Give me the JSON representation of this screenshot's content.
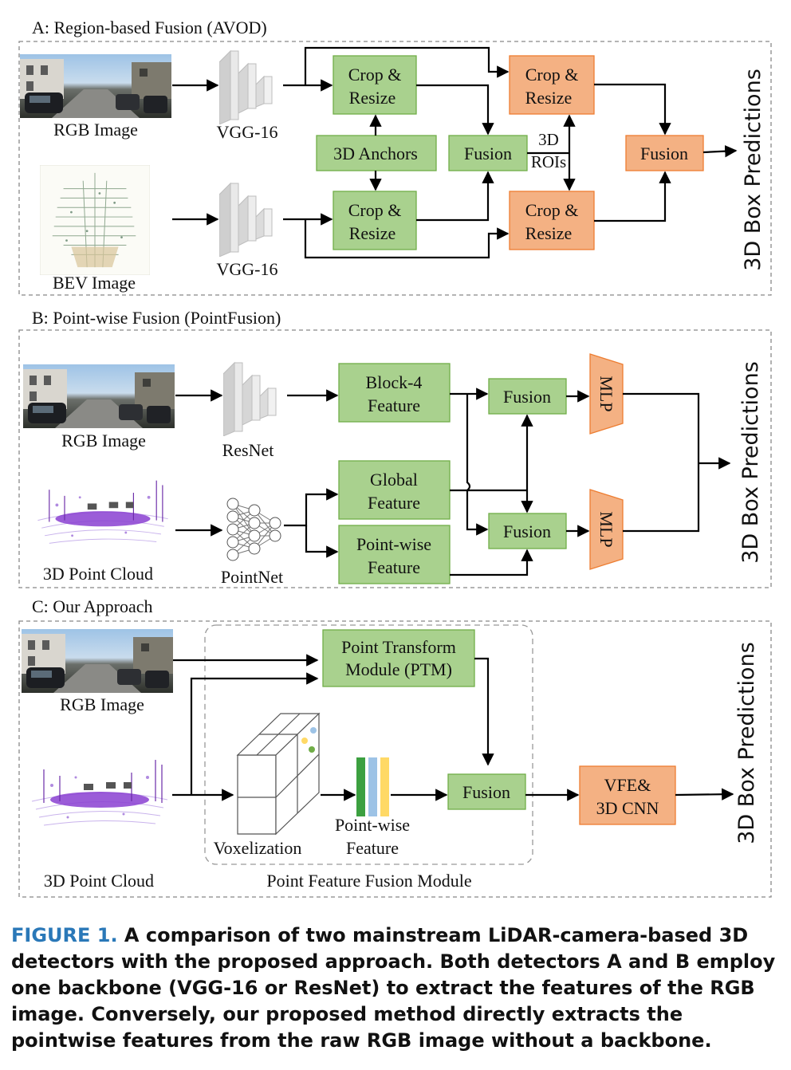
{
  "colors": {
    "green_fill": "#a9d18e",
    "green_stroke": "#70ad47",
    "orange_fill": "#f4b183",
    "orange_stroke": "#ed7d31",
    "caption_blue": "#2a78b8"
  },
  "panel_a": {
    "title": "A: Region-based Fusion (AVOD)",
    "rgb_label": "RGB Image",
    "bev_label": "BEV Image",
    "vgg_top": "VGG-16",
    "vgg_bottom": "VGG-16",
    "crop_resize_line1": "Crop &",
    "crop_resize_line2": "Resize",
    "anchors": "3D Anchors",
    "fusion": "Fusion",
    "rois_line1": "3D",
    "rois_line2": "ROIs",
    "prediction": "3D Box Predictions"
  },
  "panel_b": {
    "title": "B: Point-wise Fusion (PointFusion)",
    "rgb_label": "RGB Image",
    "cloud_label": "3D Point Cloud",
    "resnet": "ResNet",
    "pointnet": "PointNet",
    "block4_line1": "Block-4",
    "block4_line2": "Feature",
    "global_line1": "Global",
    "global_line2": "Feature",
    "pointwise_line1": "Point-wise",
    "pointwise_line2": "Feature",
    "fusion": "Fusion",
    "mlp": "MLP",
    "prediction": "3D Box Predictions"
  },
  "panel_c": {
    "title": "C: Our Approach",
    "rgb_label": "RGB Image",
    "cloud_label": "3D Point Cloud",
    "ptm_line1": "Point Transform",
    "ptm_line2": "Module (PTM)",
    "voxelization": "Voxelization",
    "pointwise_line1": "Point-wise",
    "pointwise_line2": "Feature",
    "fusion": "Fusion",
    "vfe_line1": "VFE&",
    "vfe_line2": "3D CNN",
    "module_label": "Point Feature Fusion Module",
    "prediction": "3D Box Predictions"
  },
  "caption": {
    "label": "FIGURE 1.",
    "text": "A comparison of two mainstream LiDAR-camera-based 3D detectors with the proposed approach. Both detectors A and B employ one backbone (VGG-16 or ResNet) to extract the features of the RGB image. Conversely, our proposed method directly extracts the pointwise features from the raw RGB image without a backbone."
  }
}
